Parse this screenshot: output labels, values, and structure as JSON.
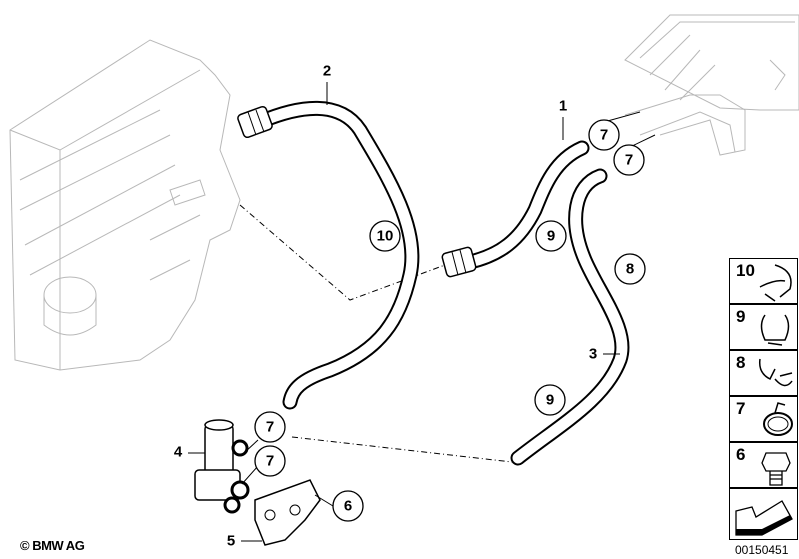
{
  "callouts": [
    {
      "id": "7a",
      "label": "7"
    },
    {
      "id": "7b",
      "label": "7"
    },
    {
      "id": "10",
      "label": "10"
    },
    {
      "id": "9a",
      "label": "9"
    },
    {
      "id": "8",
      "label": "8"
    },
    {
      "id": "9b",
      "label": "9"
    },
    {
      "id": "7c",
      "label": "7"
    },
    {
      "id": "7d",
      "label": "7"
    },
    {
      "id": "6",
      "label": "6"
    }
  ],
  "part_labels": {
    "p1": "1",
    "p2": "2",
    "p3": "3",
    "p4": "4",
    "p5": "5"
  },
  "legend": [
    {
      "label": "10",
      "icon": "hose-clamp-double-icon"
    },
    {
      "label": "9",
      "icon": "hose-clip-icon"
    },
    {
      "label": "8",
      "icon": "hose-holder-icon"
    },
    {
      "label": "7",
      "icon": "spring-clamp-icon"
    },
    {
      "label": "6",
      "icon": "hex-bolt-icon"
    },
    {
      "label": "",
      "icon": "direction-arrow-icon"
    }
  ],
  "copyright": "© BMW AG",
  "diagram_id": "00150451"
}
